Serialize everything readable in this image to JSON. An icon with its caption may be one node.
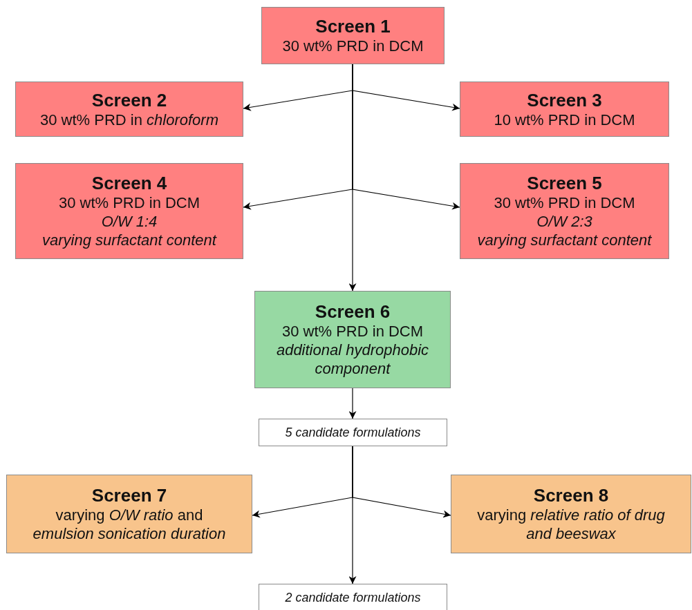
{
  "diagram": {
    "nodes": [
      {
        "text": [
          "Screen 1",
          "30 wt% PRD in DCM"
        ]
      },
      {
        "text": [
          "Screen 2",
          "30 wt% PRD in *chloroform*"
        ]
      },
      {
        "text": [
          "Screen 3",
          "10 wt% PRD in DCM"
        ]
      },
      {
        "text": [
          "Screen 4",
          "30 wt% PRD in DCM",
          "*O/W 1:4*",
          "*varying surfactant content*"
        ]
      },
      {
        "text": [
          "Screen 5",
          "30 wt% PRD in DCM",
          "*O/W 2:3*",
          "*varying surfactant content*"
        ]
      },
      {
        "text": [
          "Screen 6",
          "30 wt% PRD in DCM",
          "*additional hydrophobic component*"
        ]
      },
      {
        "text": [
          "5 candidate formulations"
        ]
      },
      {
        "text": [
          "Screen 7",
          "varying *O/W ratio* and *emulsion sonication duration*"
        ]
      },
      {
        "text": [
          "Screen 8",
          "varying *relative ratio of drug and beeswax*"
        ]
      },
      {
        "text": [
          "2 candidate formulations"
        ]
      }
    ],
    "edges": [
      {
        "from": 0,
        "to": 1,
        "arrow": "to"
      },
      {
        "from": 0,
        "to": 2,
        "arrow": "to"
      },
      {
        "from": 0,
        "to": 3,
        "arrow": "to"
      },
      {
        "from": 0,
        "to": 4,
        "arrow": "to"
      },
      {
        "from": 0,
        "to": 5,
        "arrow": "to"
      },
      {
        "from": 5,
        "to": 6,
        "arrow": "to"
      },
      {
        "from": 6,
        "to": 7,
        "arrow": "to"
      },
      {
        "from": 6,
        "to": 8,
        "arrow": "to"
      },
      {
        "from": 6,
        "to": 9,
        "arrow": "to"
      }
    ]
  }
}
